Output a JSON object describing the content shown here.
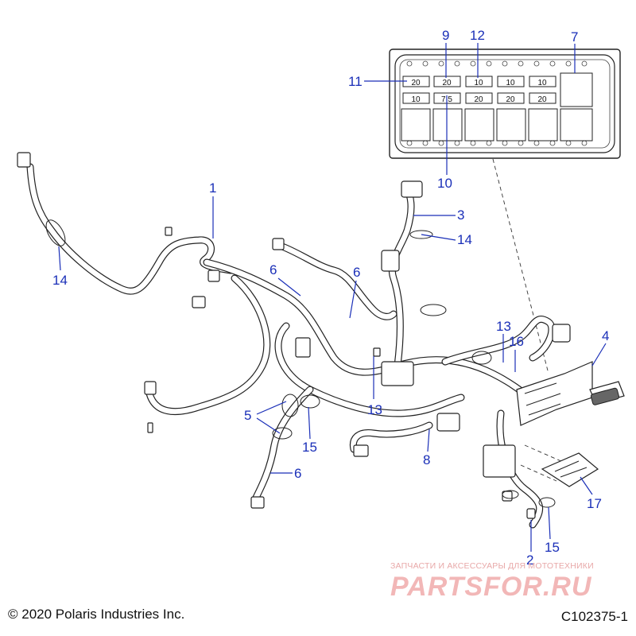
{
  "callouts": {
    "c1": "1",
    "c2": "2",
    "c3": "3",
    "c4": "4",
    "c5": "5",
    "c6a": "6",
    "c6b": "6",
    "c6c": "6",
    "c7": "7",
    "c8": "8",
    "c9": "9",
    "c10": "10",
    "c11": "11",
    "c12": "12",
    "c13a": "13",
    "c13b": "13",
    "c14a": "14",
    "c14b": "14",
    "c15a": "15",
    "c15b": "15",
    "c16": "16",
    "c17": "17"
  },
  "fuse_box": {
    "row1": [
      "20",
      "20",
      "10",
      "10",
      "10"
    ],
    "row2": [
      "10",
      "7.5",
      "20",
      "20",
      "20"
    ]
  },
  "footer": {
    "copyright": "© 2020 Polaris Industries Inc.",
    "figure_id": "C102375-1"
  },
  "watermark": {
    "tagline": "ЗАПЧАСТИ И АКСЕССУАРЫ ДЛЯ МОТОТЕХНИКИ",
    "logo": "PARTSFOR.RU"
  },
  "colors": {
    "callout": "#1a2fb8",
    "watermark": "#f2b7b7"
  }
}
